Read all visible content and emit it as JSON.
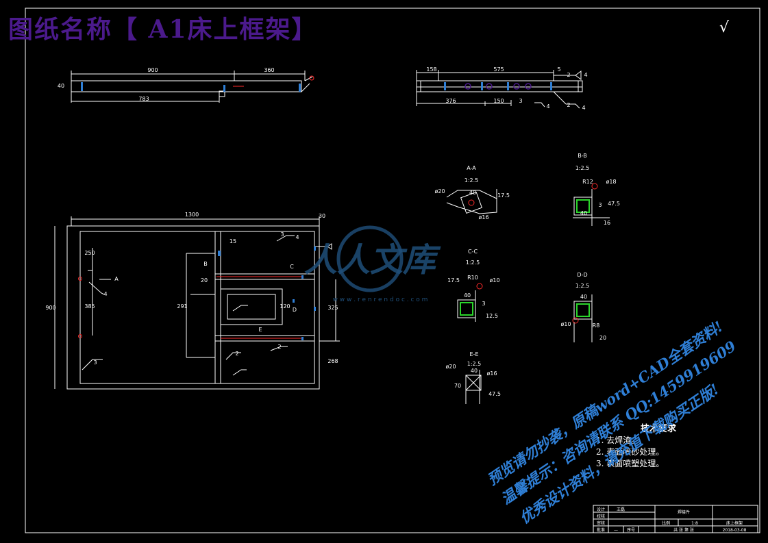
{
  "title": "图纸名称【 A1床上框架】",
  "check_mark": "√",
  "top_left": {
    "d900": "900",
    "d360": "360",
    "d783": "783",
    "d40": "40"
  },
  "top_right": {
    "d158": "158",
    "d575": "575",
    "d5": "5",
    "d376": "376",
    "d150": "150",
    "d3": "3",
    "d2a": "2",
    "d2b": "2",
    "d4a": "4",
    "d4b": "4",
    "d4c": "4"
  },
  "main": {
    "d1300": "1300",
    "d30": "30",
    "d900": "900",
    "d250": "250",
    "d385": "385",
    "d20": "20",
    "d15": "15",
    "d291": "291",
    "d120": "120",
    "d325": "325",
    "d268": "268",
    "lA": "A",
    "lB": "B",
    "lC": "C",
    "lD": "D",
    "lE": "E",
    "w3": "3",
    "w4": "4",
    "w2": "2",
    "w3b": "3",
    "w4b": "4",
    "w2b": "2"
  },
  "sections": {
    "aa": {
      "title": "A-A",
      "scale": "1:2.5",
      "d40": "40",
      "d175": "17.5",
      "phi16": "ø16",
      "phi20": "ø20"
    },
    "bb": {
      "title": "B-B",
      "scale": "1:2.5",
      "r12": "R12",
      "phi18": "ø18",
      "d40": "40",
      "d475": "47.5",
      "d3": "3",
      "d16": "16"
    },
    "cc": {
      "title": "C-C",
      "scale": "1:2.5",
      "r10": "R10",
      "phi10": "ø10",
      "d40": "40",
      "d175": "17.5",
      "d3": "3",
      "d125": "12.5"
    },
    "dd": {
      "title": "D-D",
      "scale": "1:2.5",
      "d40": "40",
      "r8": "R8",
      "phi10": "ø10",
      "d20": "20"
    },
    "ee": {
      "title": "E-E",
      "scale": "1:2.5",
      "phi20": "ø20",
      "phi16": "ø16",
      "d40": "40",
      "d70": "70",
      "d475": "47.5"
    }
  },
  "tech": {
    "heading": "技术要求",
    "items": [
      "1. 去焊渣。",
      "2. 表面喷砂处理。",
      "3. 表面喷塑处理。"
    ]
  },
  "titleblock": {
    "r1c1": "设计",
    "r1c2": "王磊",
    "r2c1": "校核",
    "r3c1": "审核",
    "r4c1": "批准",
    "name": "焊接件",
    "scale_label": "比例",
    "scale": "1:8",
    "part": "床上框架",
    "sheet": "共 张 第 张",
    "date": "2018-03-08",
    "dash": "—",
    "num": "序号"
  },
  "logo": {
    "text": "人人文库",
    "url": "w w w . r e n r e n d o c . c o m"
  },
  "watermark": [
    "预览请勿抄袭，原稿word+CAD全套资料!",
    "温馨提示：咨询请联系 QQ:1459919609",
    "优秀设计资料，请充值下载购买正版!"
  ],
  "colors": {
    "line": "#ffffff",
    "blue": "#2f7fd6",
    "purple": "#4b1a8c",
    "red": "#ff2a2a",
    "green": "#2bd62b"
  }
}
